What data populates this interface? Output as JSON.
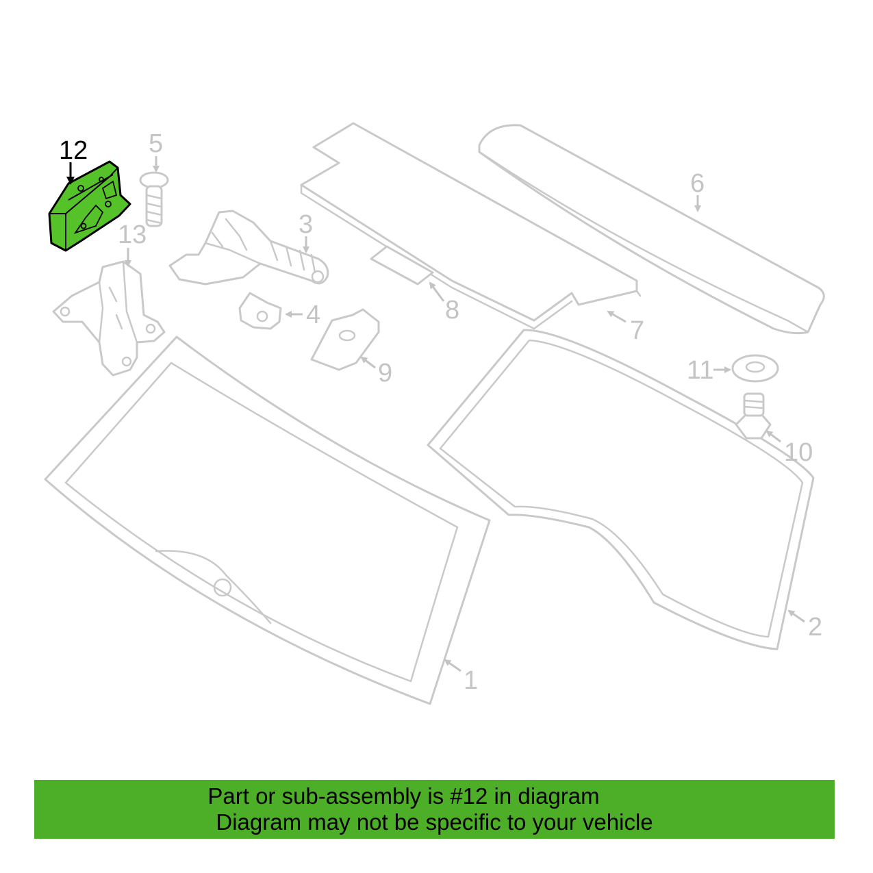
{
  "callouts": {
    "p1": "1",
    "p2": "2",
    "p3": "3",
    "p4": "4",
    "p5": "5",
    "p6": "6",
    "p7": "7",
    "p8": "8",
    "p9": "9",
    "p10": "10",
    "p11": "11",
    "p12": "12",
    "p13": "13"
  },
  "highlight": {
    "part": "12",
    "color": "#56c22a"
  },
  "banner": {
    "line1": "Part or sub-assembly is #12 in diagram",
    "line2": "Diagram may not be specific to your vehicle",
    "color": "#4caf27"
  }
}
